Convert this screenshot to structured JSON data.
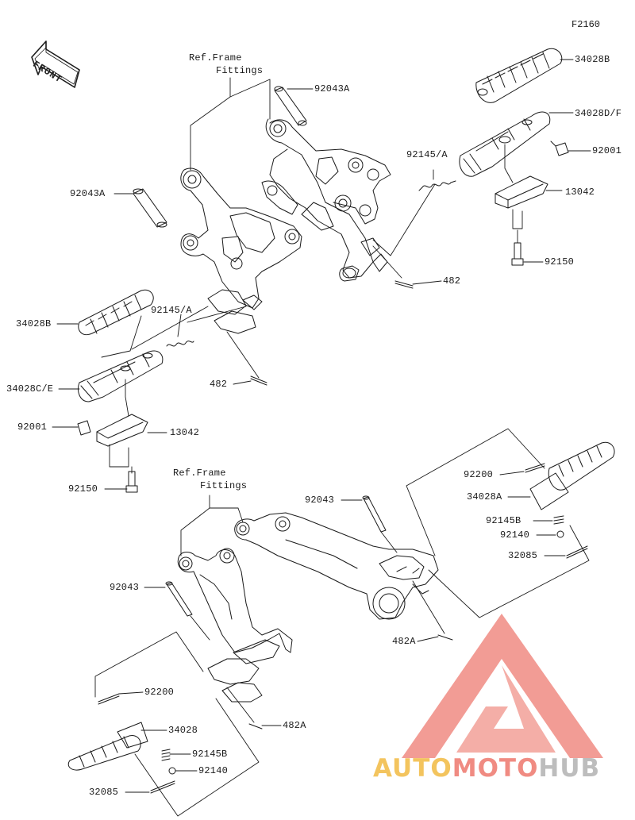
{
  "figure_id": "F2160",
  "front_label": "FRONT",
  "labels": {
    "ref_frame_top_1": "Ref.Frame",
    "ref_frame_top_2": "Fittings",
    "ref_frame_bottom_1": "Ref.Frame",
    "ref_frame_bottom_2": "Fittings",
    "p92043A_right": "92043A",
    "p34028B_right": "34028B",
    "p34028DF": "34028D/F",
    "p92001_right": "92001",
    "p92145A_right": "92145/A",
    "p13042_right": "13042",
    "p92150_right": "92150",
    "p482_right": "482",
    "p92043A_left": "92043A",
    "p34028B_left": "34028B",
    "p92145A_left": "92145/A",
    "p482_left": "482",
    "p34028CE": "34028C/E",
    "p92001_left": "92001",
    "p13042_left": "13042",
    "p92150_left": "92150",
    "p92043_center": "92043",
    "p92200_right": "92200",
    "p34028A": "34028A",
    "p92145B_right": "92145B",
    "p92140_right": "92140",
    "p32085_right": "32085",
    "p482A_right": "482A",
    "p92043_left": "92043",
    "p92200_left": "92200",
    "p34028": "34028",
    "p92145B_left": "92145B",
    "p92140_left": "92140",
    "p32085_left": "32085",
    "p482A_left": "482A"
  },
  "watermark": {
    "part1": "AUTO",
    "part2": "MOTO",
    "part3": "HUB"
  },
  "colors": {
    "line": "#1a1a1a",
    "watermark_triangle": "#f08b82",
    "watermark_auto": "#f3c45e",
    "watermark_moto": "#f08b82",
    "watermark_hub": "#bdbdbd"
  }
}
